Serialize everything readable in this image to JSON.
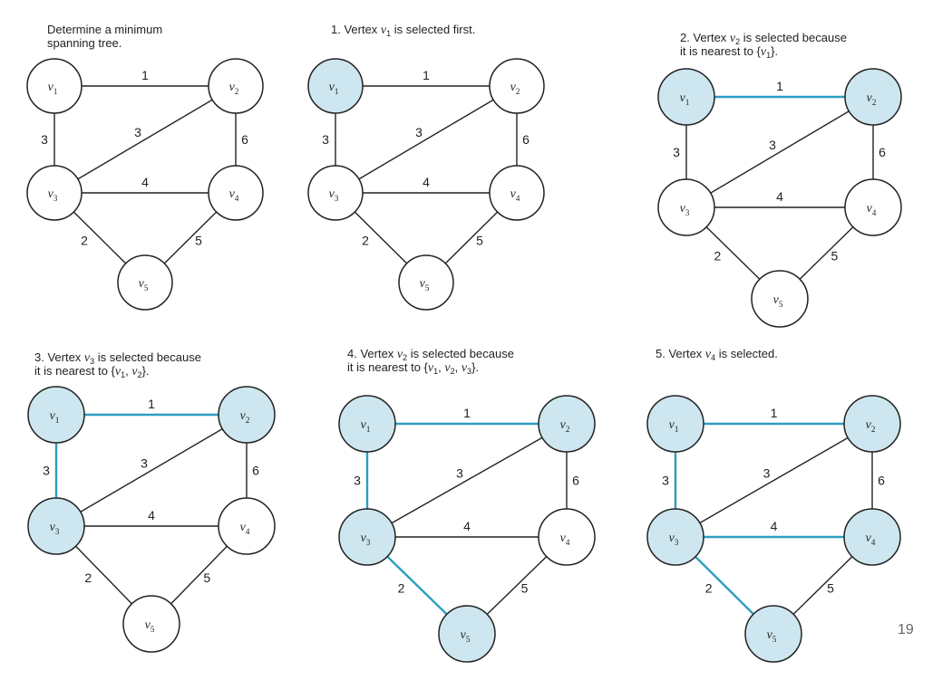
{
  "colors": {
    "highlight_edge": "#2b9ec0",
    "normal_edge": "#222222",
    "selected_fill": "#cde6ef",
    "unselected_fill": "#ffffff",
    "vertex_stroke": "#222222"
  },
  "graph": {
    "vertices": [
      {
        "id": "v1",
        "letter": "v",
        "sub": "1"
      },
      {
        "id": "v2",
        "letter": "v",
        "sub": "2"
      },
      {
        "id": "v3",
        "letter": "v",
        "sub": "3"
      },
      {
        "id": "v4",
        "letter": "v",
        "sub": "4"
      },
      {
        "id": "v5",
        "letter": "v",
        "sub": "5"
      }
    ],
    "edges": [
      {
        "id": "e12",
        "from": "v1",
        "to": "v2",
        "weight": "1"
      },
      {
        "id": "e13",
        "from": "v1",
        "to": "v3",
        "weight": "3"
      },
      {
        "id": "e23",
        "from": "v2",
        "to": "v3",
        "weight": "3"
      },
      {
        "id": "e24",
        "from": "v2",
        "to": "v4",
        "weight": "6"
      },
      {
        "id": "e34",
        "from": "v3",
        "to": "v4",
        "weight": "4"
      },
      {
        "id": "e35",
        "from": "v3",
        "to": "v5",
        "weight": "2"
      },
      {
        "id": "e45",
        "from": "v4",
        "to": "v5",
        "weight": "5"
      }
    ]
  },
  "panels": [
    {
      "caption": [
        [
          {
            "t": "Determine a minimum"
          }
        ],
        [
          {
            "t": "spanning tree."
          }
        ]
      ],
      "selected": [],
      "highlighted": []
    },
    {
      "caption": [
        [
          {
            "t": "1. Vertex "
          },
          {
            "t": "v",
            "i": true
          },
          {
            "t": "1",
            "sub": true
          },
          {
            "t": " is selected first."
          }
        ]
      ],
      "selected": [
        "v1"
      ],
      "highlighted": []
    },
    {
      "caption": [
        [
          {
            "t": "2. Vertex "
          },
          {
            "t": "v",
            "i": true
          },
          {
            "t": "2",
            "sub": true
          },
          {
            "t": " is selected because"
          }
        ],
        [
          {
            "t": "it is nearest to {"
          },
          {
            "t": "v",
            "i": true
          },
          {
            "t": "1",
            "sub": true
          },
          {
            "t": "}."
          }
        ]
      ],
      "selected": [
        "v1",
        "v2"
      ],
      "highlighted": [
        "e12"
      ]
    },
    {
      "caption": [
        [
          {
            "t": "3. Vertex "
          },
          {
            "t": "v",
            "i": true
          },
          {
            "t": "3",
            "sub": true
          },
          {
            "t": " is selected because"
          }
        ],
        [
          {
            "t": "it is nearest to {"
          },
          {
            "t": "v",
            "i": true
          },
          {
            "t": "1",
            "sub": true
          },
          {
            "t": ", "
          },
          {
            "t": "v",
            "i": true
          },
          {
            "t": "2",
            "sub": true
          },
          {
            "t": "}."
          }
        ]
      ],
      "selected": [
        "v1",
        "v2",
        "v3"
      ],
      "highlighted": [
        "e12",
        "e13"
      ]
    },
    {
      "caption": [
        [
          {
            "t": "4. Vertex "
          },
          {
            "t": "v",
            "i": true
          },
          {
            "t": "2",
            "sub": true
          },
          {
            "t": " is selected because"
          }
        ],
        [
          {
            "t": "it is nearest to {"
          },
          {
            "t": "v",
            "i": true
          },
          {
            "t": "1",
            "sub": true
          },
          {
            "t": ", "
          },
          {
            "t": "v",
            "i": true
          },
          {
            "t": "2",
            "sub": true
          },
          {
            "t": ", "
          },
          {
            "t": "v",
            "i": true
          },
          {
            "t": "3",
            "sub": true
          },
          {
            "t": "}."
          }
        ]
      ],
      "selected": [
        "v1",
        "v2",
        "v3",
        "v5"
      ],
      "highlighted": [
        "e12",
        "e13",
        "e35"
      ]
    },
    {
      "caption": [
        [
          {
            "t": "5. Vertex "
          },
          {
            "t": "v",
            "i": true
          },
          {
            "t": "4",
            "sub": true
          },
          {
            "t": " is selected."
          }
        ]
      ],
      "selected": [
        "v1",
        "v2",
        "v3",
        "v4",
        "v5"
      ],
      "highlighted": [
        "e12",
        "e13",
        "e34",
        "e35"
      ]
    }
  ],
  "page_number": "19"
}
